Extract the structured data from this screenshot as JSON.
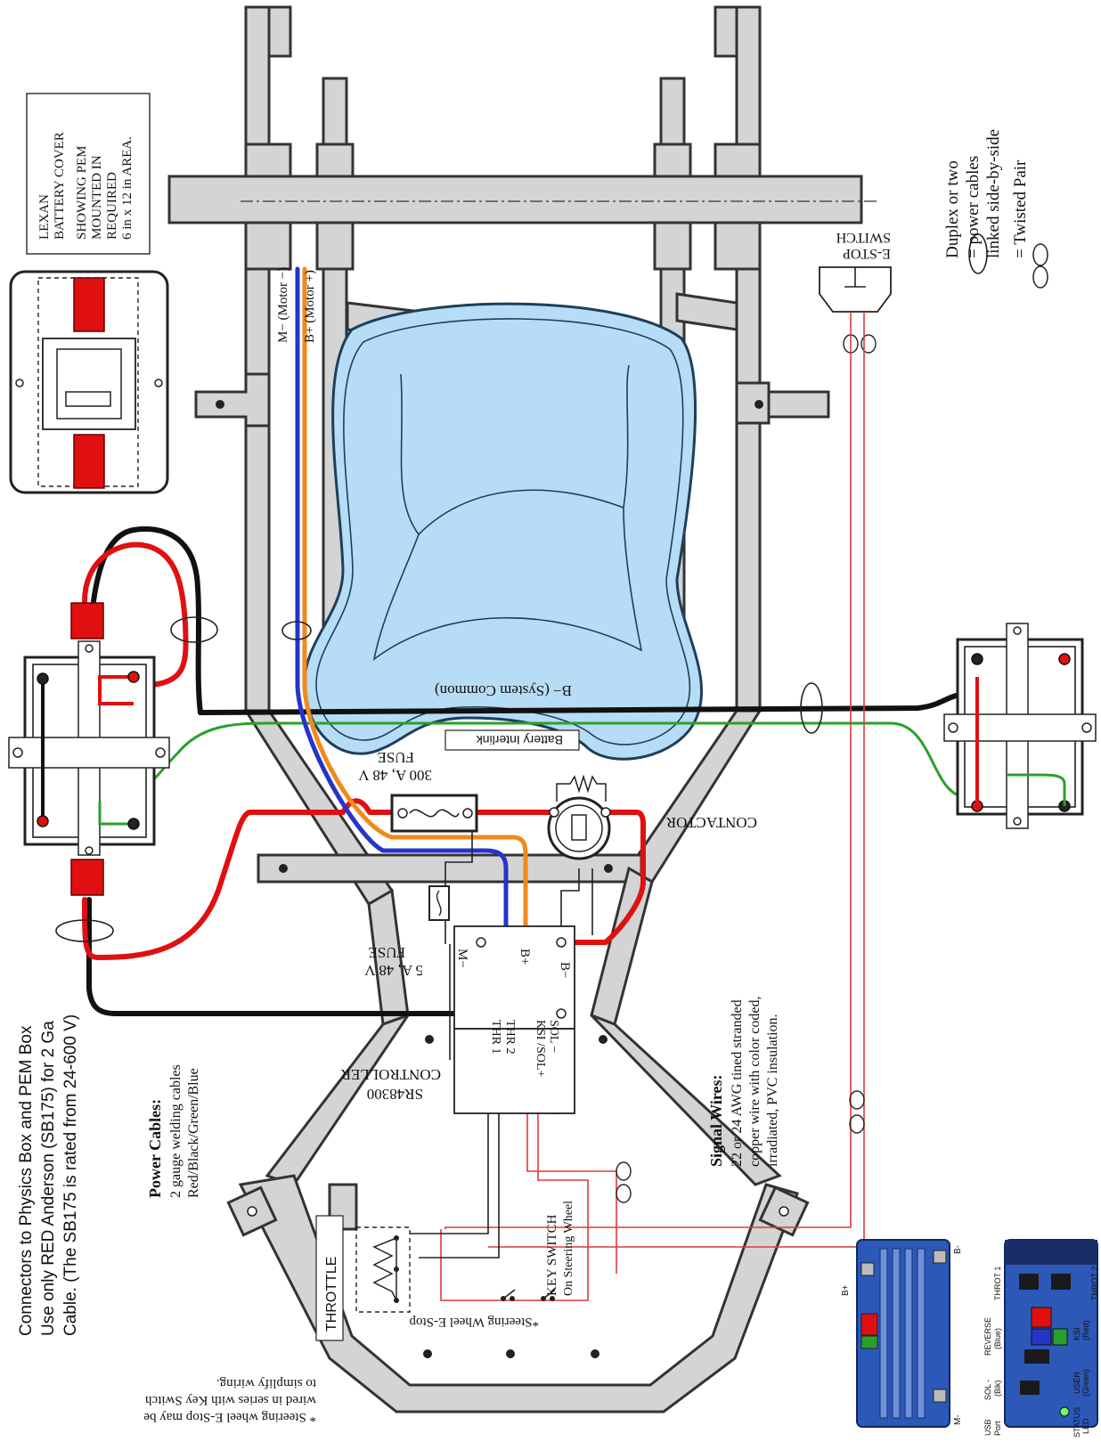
{
  "lexan": {
    "line1": "LEXAN",
    "line2": "BATTERY COVER",
    "line3": "SHOWING PEM",
    "line4": "MOUNTED IN",
    "line5": "REQUIRED",
    "line6": "6 in x 12 in AREA."
  },
  "legend": {
    "duplex_line1": "Duplex or two",
    "duplex_line2": "= power cables",
    "duplex_line3": "linked side-by-side",
    "twisted": "= Twisted Pair"
  },
  "estop": {
    "line1": "E-STOP",
    "line2": "SWITCH"
  },
  "motor": {
    "minus": "M− (Motor −)",
    "plus": "B+ (Motor +)"
  },
  "system_common": "B− (System Common)",
  "interlink": "Battery Interlink",
  "fuse_main": {
    "line1": "300 A, 48 V",
    "line2": "FUSE"
  },
  "contactor": "CONTACTOR",
  "fuse_small": {
    "line1": "5 A, 48 V",
    "line2": "FUSE"
  },
  "controller": {
    "terminals": {
      "m_minus": "M−",
      "b_plus": "B+",
      "b_minus": "B−"
    },
    "signals": {
      "thr1": "THR 1",
      "thr2": "THR 2",
      "ksi": "KSI /SOL+",
      "sol": "SOL −"
    },
    "model": "SR48300",
    "name": "CONTROLLER"
  },
  "signal_wires": {
    "title": "Signal Wires:",
    "line1": "22 or 24 AWG tined stranded",
    "line2": "copper wire with color coded,",
    "line3": "irradiated, PVC insulation."
  },
  "power_cables": {
    "title": "Power Cables:",
    "line1": "2 gauge welding cables",
    "line2": "Red/Black/Green/Blue"
  },
  "connectors_note": {
    "line1": "Connectors to Physics Box and PEM Box",
    "line2": "Use only RED Anderson (SB175) for 2 Ga",
    "line3": "Cable. (The SB175 is rated from 24-600 V)"
  },
  "throttle": "THROTTLE",
  "key_switch": {
    "line1": "KEY SWITCH",
    "line2": "On Steering Wheel"
  },
  "steering_estop": "*Steering Wheel E-Stop",
  "footnote": {
    "line1": "* Steering wheel E-Stop may be",
    "line2": "wired in series with Key Switch",
    "line3": "to simplify wiring."
  },
  "photo_labels": {
    "b_plus": "B+",
    "b_minus": "B-",
    "m_minus": "M-",
    "throt1": "THROT 1",
    "throt2": "THROT 2",
    "reverse": "REVERSE",
    "reverse_color": "(Blue)",
    "ksi": "KSI",
    "ksi_color": "(Red)",
    "sol": "SOL -",
    "sol_color": "(Blk)",
    "user": "USER",
    "user_color": "(Green)",
    "usb": "USB",
    "usb2": "Port",
    "status": "STATUS",
    "status2": "LED"
  },
  "colors": {
    "red_wire": "#e01010",
    "black_wire": "#111111",
    "green_wire": "#2aa02a",
    "blue_wire": "#2535c8",
    "orange_wire": "#f08a1a",
    "signal_wire": "#e03a3a",
    "seat": "#b7dcf5",
    "frame": "#d4d4d4",
    "controller_photo": "#2c58b8"
  }
}
